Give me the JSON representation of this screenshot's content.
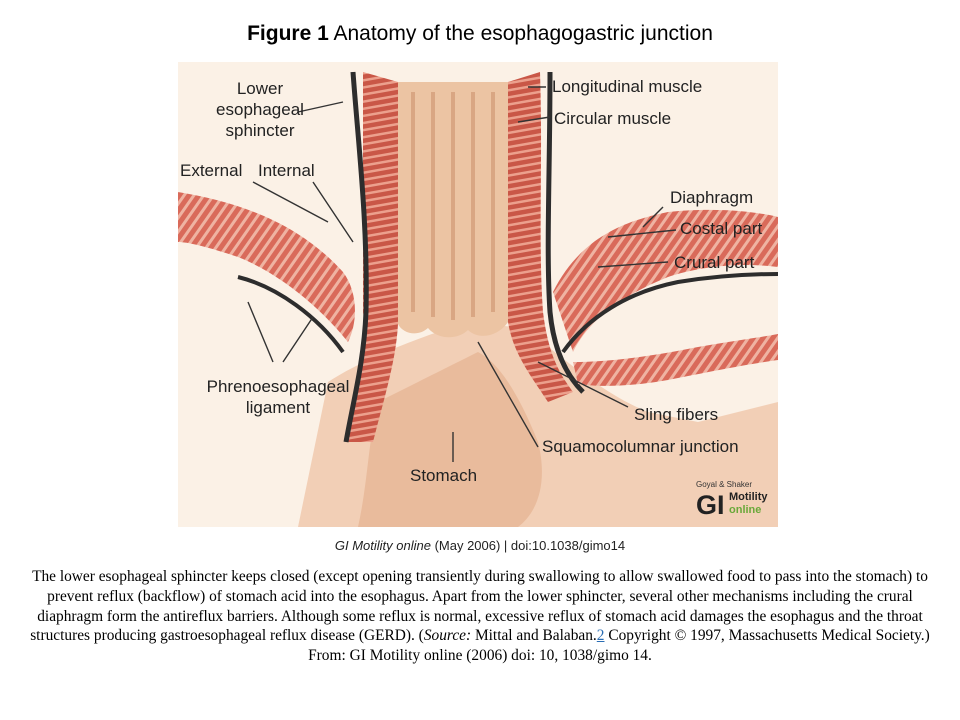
{
  "title": {
    "bold": "Figure 1",
    "text": "Anatomy of the esophagogastric junction"
  },
  "labels": {
    "lower_sphincter_1": "Lower",
    "lower_sphincter_2": "esophageal",
    "lower_sphincter_3": "sphincter",
    "external": "External",
    "internal": "Internal",
    "longitudinal": "Longitudinal muscle",
    "circular": "Circular muscle",
    "diaphragm": "Diaphragm",
    "costal": "Costal part",
    "crural": "Crural part",
    "phreno_1": "Phrenoesophageal",
    "phreno_2": "ligament",
    "sling": "Sling fibers",
    "squamo": "Squamocolumnar junction",
    "stomach": "Stomach"
  },
  "logo": {
    "top": "Goyal & Shaker",
    "gi": "GI",
    "motility": "Motility",
    "online": "online"
  },
  "credit": {
    "journal": "GI Motility online",
    "rest": " (May 2006) | doi:10.1038/gimo14"
  },
  "caption": {
    "part1": "The lower esophageal sphincter keeps closed (except opening transiently during swallowing to allow swallowed food to pass into the stomach) to prevent reflux (backflow) of stomach acid into the esophagus. Apart from the lower sphincter, several other mechanisms including the crural diaphragm form the antireflux barriers. Although some reflux is normal, excessive reflux of stomach acid damages the esophagus and the throat structures producing gastroesophageal reflux disease (GERD). (",
    "source_word": "Source:",
    "part2": " Mittal and Balaban.",
    "ref": "2",
    "part3": " Copyright © 1997, Massachusetts Medical Society.) From: GI Motility online (2006) doi: 10, 1038/gimo 14."
  },
  "colors": {
    "background": "#fbf1e6",
    "lumen": "#ecc4a3",
    "muscle": "#c65a4c",
    "muscle_light": "#e7a28f",
    "lining": "#2d2d2d",
    "logo_green": "#6aa83a"
  }
}
